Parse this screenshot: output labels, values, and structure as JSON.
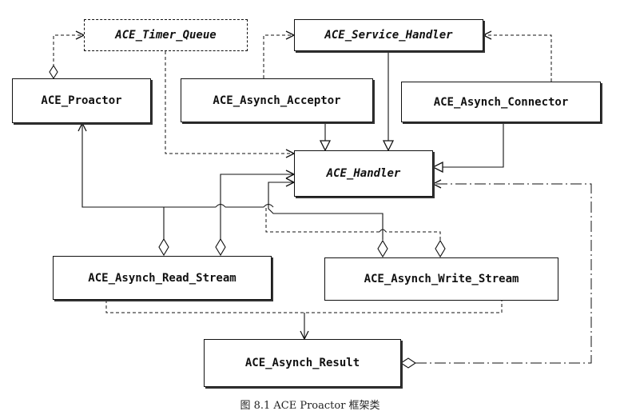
{
  "classes": {
    "timer_queue": "ACE_Timer_Queue",
    "service_handler": "ACE_Service_Handler",
    "proactor": "ACE_Proactor",
    "acceptor": "ACE_Asynch_Acceptor",
    "connector": "ACE_Asynch_Connector",
    "handler": "ACE_Handler",
    "read_stream": "ACE_Asynch_Read_Stream",
    "write_stream": "ACE_Asynch_Write_Stream",
    "result": "ACE_Asynch_Result"
  },
  "caption": "图 8.1 ACE Proactor 框架类",
  "colors": {
    "line": "#111111",
    "background": "#ffffff"
  }
}
